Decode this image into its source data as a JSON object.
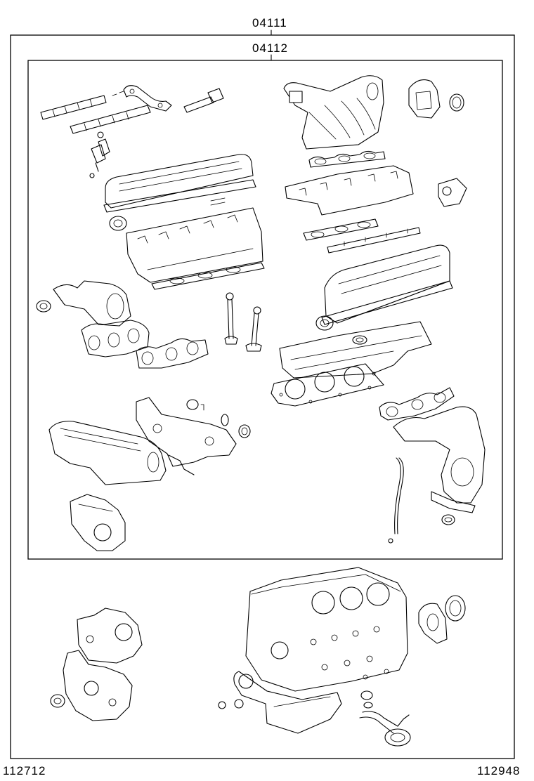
{
  "diagram": {
    "kit_label_outer": "04111",
    "kit_label_inner": "04112",
    "ref_left": "112712",
    "ref_right": "112948"
  }
}
